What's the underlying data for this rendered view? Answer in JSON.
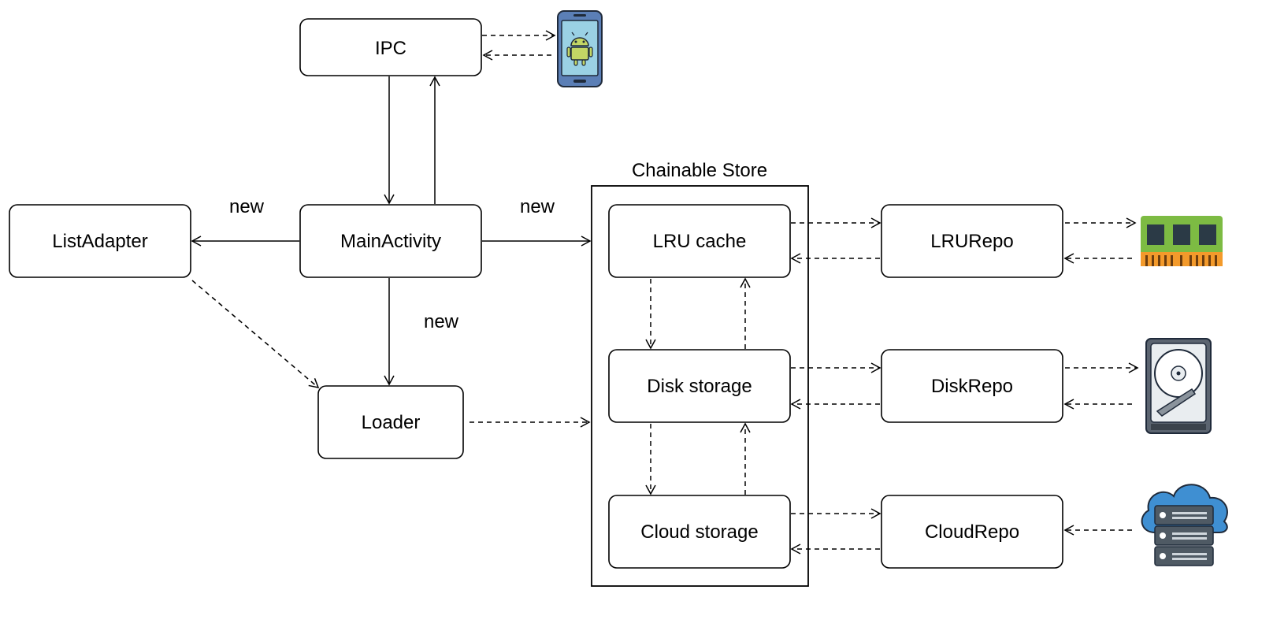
{
  "diagram": {
    "container_title": "Chainable Store",
    "nodes": {
      "ipc": "IPC",
      "main_activity": "MainActivity",
      "list_adapter": "ListAdapter",
      "loader": "Loader",
      "lru_cache": "LRU cache",
      "disk_storage": "Disk storage",
      "cloud_storage": "Cloud storage",
      "lru_repo": "LRURepo",
      "disk_repo": "DiskRepo",
      "cloud_repo": "CloudRepo"
    },
    "edge_labels": {
      "main_to_list": "new",
      "main_to_store": "new",
      "main_to_loader": "new"
    },
    "icons": {
      "ipc_device": "android-phone-icon",
      "lru_device": "ram-icon",
      "disk_device": "hard-drive-icon",
      "cloud_device": "cloud-server-icon"
    },
    "colors": {
      "phone_body": "#5b7fb6",
      "phone_screen": "#9ad1e4",
      "android_body": "#c3d665",
      "ram_board": "#7dbb43",
      "ram_pins": "#f39a2b",
      "ram_chip": "#2b3a46",
      "drive_body": "#5b6470",
      "cloud_fill": "#3f8fd2",
      "server_fill": "#4f5a64"
    }
  }
}
